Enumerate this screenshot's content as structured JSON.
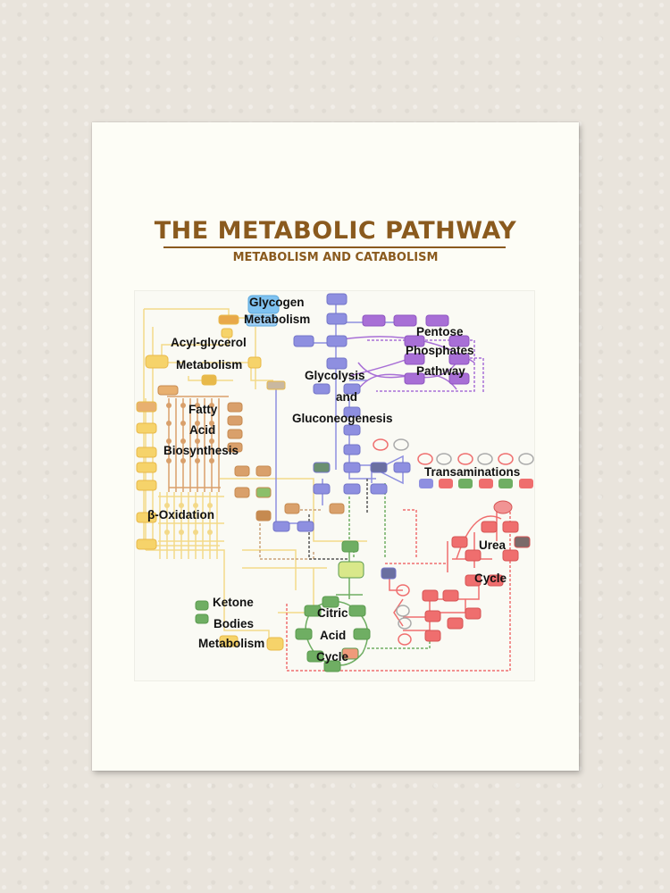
{
  "poster": {
    "title": "THE METABOLIC PATHWAY",
    "subtitle": "METABOLISM AND CATABOLISM"
  },
  "diagram": {
    "labels": {
      "glycogen_1": "Glycogen",
      "glycogen_2": "Metabolism",
      "acyl_1": "Acyl-glycerol",
      "acyl_2": "Metabolism",
      "fatty_1": "Fatty",
      "fatty_2": "Acid",
      "fatty_3": "Biosynthesis",
      "beta_oxidation": "β-Oxidation",
      "glycolysis_1": "Glycolysis",
      "glycolysis_2": "and",
      "glycolysis_3": "Gluconeogenesis",
      "pentose_1": "Pentose",
      "pentose_2": "Phosphates",
      "pentose_3": "Pathway",
      "transaminations": "Transaminations",
      "urea_1": "Urea",
      "urea_2": "Cycle",
      "ketone_1": "Ketone",
      "ketone_2": "Bodies",
      "ketone_3": "Metabolism",
      "citric_1": "Citric",
      "citric_2": "Acid",
      "citric_3": "Cycle"
    },
    "colors": {
      "title": "#8a5a1e",
      "lipid": "#f6d36a",
      "fatty": "#d9a06b",
      "glycolysis": "#8e8fe0",
      "pentose": "#a86fd6",
      "citric": "#6fae63",
      "urea": "#ef6e6e",
      "glycogen": "#7fc2f0"
    }
  }
}
